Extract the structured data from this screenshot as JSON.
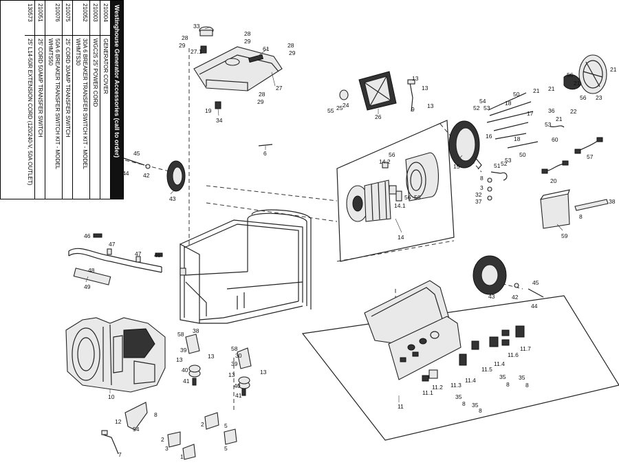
{
  "accessories": {
    "title": "Westinghouse Generator Accessories (call to order)",
    "rows": [
      {
        "code": "210004",
        "desc": "GENERATOR COVER"
      },
      {
        "code": "210003",
        "desc": "WGC25 25' POWER CORD"
      },
      {
        "code": "210052",
        "desc": "30A 6 BREAKER TRANSFER SWITCH KIT - MODEL WHMTS30"
      },
      {
        "code": "210075",
        "desc": "25' CORD 30AMP TRANSFER SWITCH"
      },
      {
        "code": "210076",
        "desc": "50A 6 BREAKER TRANSFER SWITCH KIT - MODEL WHMTS50"
      },
      {
        "code": "210051",
        "desc": "25' CORD 50AMP TRANSFER SWITCH"
      },
      {
        "code": "130573",
        "desc": "25' L14-50R EXTENSION CORD (120/240-V, 50A OUTLET)"
      }
    ]
  },
  "callouts": {
    "c33": "33",
    "c28a": "28",
    "c29a": "29",
    "c28b": "28",
    "c29b": "29",
    "c271": "27.1",
    "c61": "61",
    "c28c": "28",
    "c29c": "29",
    "c27": "27",
    "c28d": "28",
    "c29d": "29",
    "c19": "19",
    "c34": "34",
    "c6": "6",
    "c45a": "45",
    "c44a": "44",
    "c42a": "42",
    "c43a": "43",
    "c26": "26",
    "c55": "55",
    "c25": "25",
    "c24": "24",
    "c13a": "13",
    "c13b": "13",
    "c9": "9",
    "c13c": "13",
    "c54": "54",
    "c52a": "52",
    "c53a": "53",
    "c50a": "50",
    "c18a": "18",
    "c17": "17",
    "c21a": "21",
    "c21b": "21",
    "c22": "22",
    "c56a": "56",
    "c21c": "21",
    "c56b": "56",
    "c23": "23",
    "c21d": "21",
    "c16": "16",
    "c36": "36",
    "c53b": "53",
    "c21e": "21",
    "c60": "60",
    "c18b": "18",
    "c50b": "50",
    "c57": "57",
    "c56c": "56",
    "c142": "14.2",
    "c15": "15",
    "c51": "51",
    "c52b": "52",
    "c53c": "53",
    "c20": "20",
    "c3": "3",
    "c32": "32",
    "c37": "37",
    "c8a": "8",
    "c56d": "56",
    "c56e": "56",
    "c141": "14.1",
    "c14": "14",
    "c38": "38",
    "c8b": "8",
    "c59": "59",
    "c46a": "46",
    "c47a": "47",
    "c47b": "47",
    "c46b": "46",
    "c48": "48",
    "c49": "49",
    "c43b": "43",
    "c45b": "45",
    "c42b": "42",
    "c44b": "44",
    "c58a": "58",
    "c38b": "38",
    "c39a": "39",
    "c13d": "13",
    "c13e": "13",
    "c40a": "40",
    "c41a": "41",
    "c58b": "58",
    "c30": "30",
    "c39b": "39",
    "c13f": "13",
    "c13g": "13",
    "c40b": "40",
    "c41b": "41",
    "c10": "10",
    "c12": "12",
    "c54b": "54",
    "c8c": "8",
    "c7": "7",
    "c2a": "2",
    "c2b": "2",
    "c3b": "3",
    "c5a": "5",
    "c1a": "1",
    "c5b": "5",
    "c11": "11",
    "c111": "11.1",
    "c112": "11.2",
    "c113": "11.3",
    "c114a": "11.4",
    "c115": "11.5",
    "c114b": "11.4",
    "c116": "11.6",
    "c117": "11.7",
    "c35a": "35",
    "c8d": "8",
    "c35b": "35",
    "c8e": "8",
    "c35c": "35",
    "c8f": "8",
    "c35d": "35",
    "c8g": "8"
  }
}
